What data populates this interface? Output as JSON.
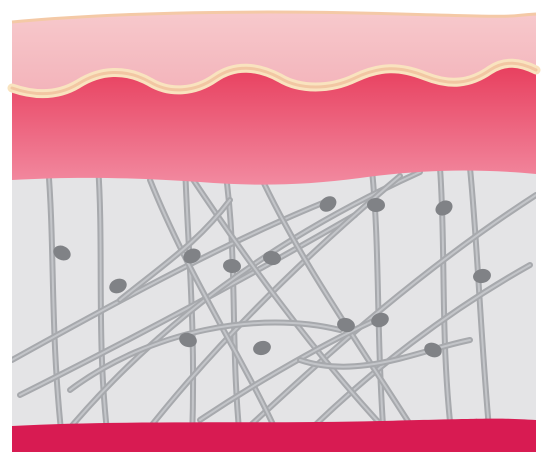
{
  "colors": {
    "background": "#ffffff",
    "epidermis_top": "#f7c9cc",
    "epidermis_bottom": "#f3b4bb",
    "surface_line": "#f4c9a6",
    "basement_line_outer": "#f9e3bf",
    "basement_line_inner": "#f2c7a3",
    "dermis_top": "#e8405f",
    "dermis_bottom": "#f28aa0",
    "tissue": "#e4e4e6",
    "fiber": "#a7a9ad",
    "fiber_highlight": "#c3c5c9",
    "cell": "#808286",
    "base_band": "#d81b52"
  },
  "layers": [
    {
      "name": "epidermis-layer"
    },
    {
      "name": "dermis-layer"
    },
    {
      "name": "fiber-tissue-layer"
    },
    {
      "name": "base-layer"
    }
  ],
  "icons": {
    "fiber": "collagen-fiber-icon",
    "cell": "fibroblast-cell-icon"
  }
}
